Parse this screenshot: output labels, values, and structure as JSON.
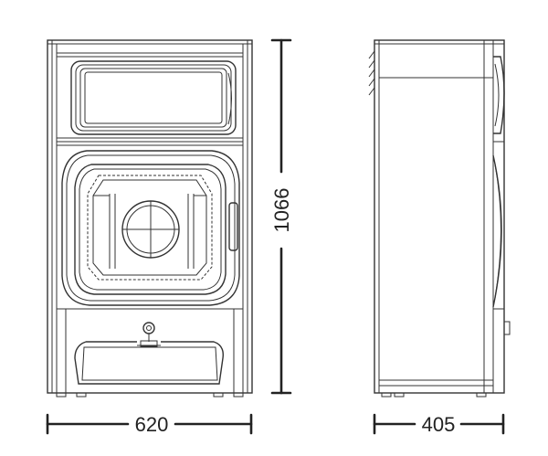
{
  "dimensions": {
    "width": "620",
    "height": "1066",
    "depth": "405"
  }
}
